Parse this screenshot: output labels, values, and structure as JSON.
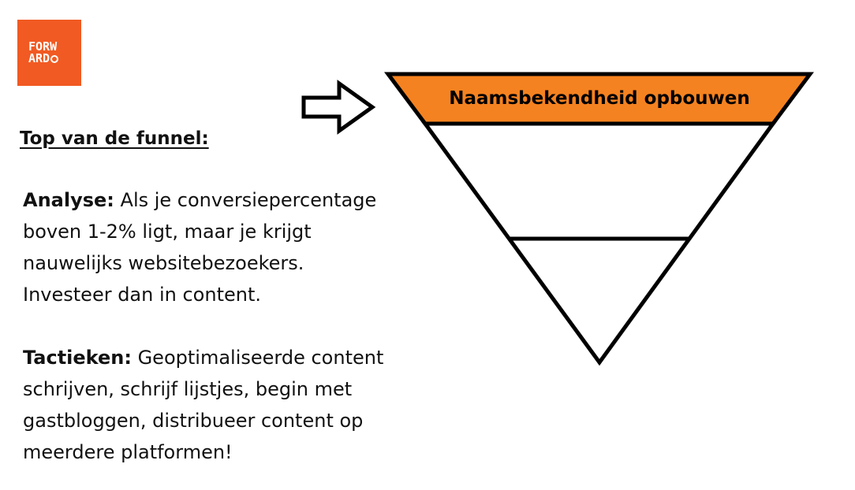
{
  "logo": {
    "line1": "FORW",
    "line2": "ARD",
    "background": "#f15a22"
  },
  "heading": "Top van de funnel:",
  "analyse": {
    "label": "Analyse:",
    "lines": [
      " Als je conversiepercentage",
      "boven 1-2% ligt, maar je krijgt",
      "nauwelijks websitebezoekers.",
      "Investeer dan in content."
    ]
  },
  "tactieken": {
    "label": "Tactieken:",
    "lines": [
      " Geoptimaliseerde content",
      "schrijven, schrijf lijstjes, begin met",
      "gastbloggen, distribueer content op",
      "meerdere platformen!"
    ]
  },
  "funnel": {
    "top_stage_label": "Naamsbekendheid opbouwen",
    "top_stage_color": "#f58220",
    "stages": 3
  },
  "arrow": {
    "icon": "right-arrow-outline-icon"
  }
}
